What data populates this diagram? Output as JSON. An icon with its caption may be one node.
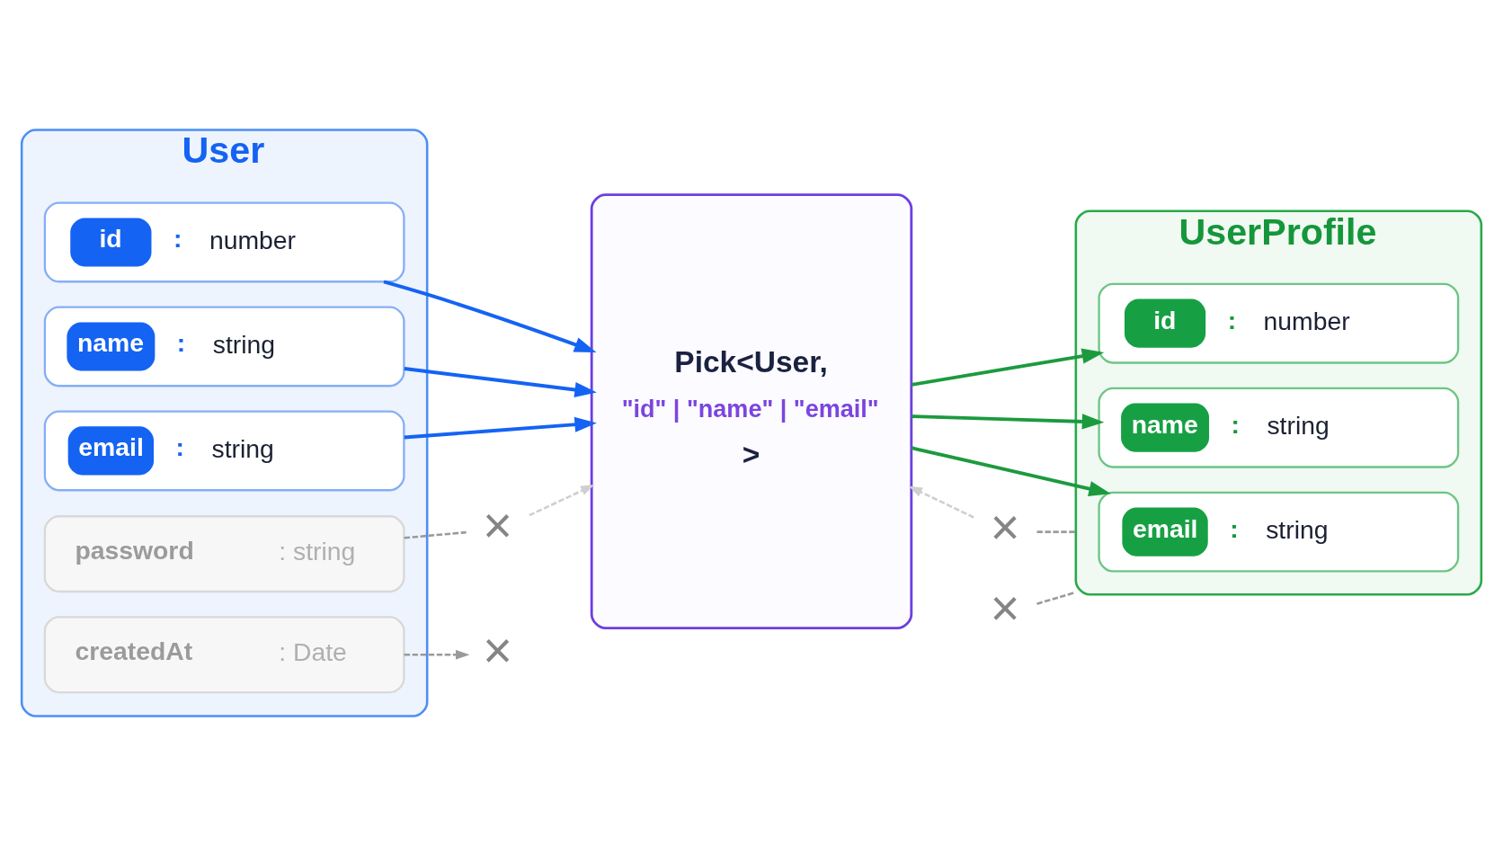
{
  "diagram": {
    "nodes": [
      {
        "text": [
          "User"
        ]
      },
      {
        "text": [
          "id",
          ":",
          "number"
        ],
        "in": 0
      },
      {
        "text": [
          "name",
          ":",
          "string"
        ],
        "in": 0
      },
      {
        "text": [
          "email",
          ":",
          "string"
        ],
        "in": 0
      },
      {
        "text": [
          "password",
          ": string"
        ],
        "in": 0
      },
      {
        "text": [
          "createdAt",
          ": Date"
        ],
        "in": 0
      },
      {
        "text": [
          "Pick<User,",
          "\"id\" | \"name\" | \"email\"",
          ">"
        ]
      },
      {
        "text": [
          "×"
        ]
      },
      {
        "text": [
          "×"
        ]
      },
      {
        "text": [
          "×"
        ]
      },
      {
        "text": [
          "×"
        ]
      },
      {
        "text": [
          "UserProfile"
        ]
      },
      {
        "text": [
          "id",
          ":",
          "number"
        ],
        "in": 11
      },
      {
        "text": [
          "name",
          ":",
          "string"
        ],
        "in": 11
      },
      {
        "text": [
          "email",
          ":",
          "string"
        ],
        "in": 11
      }
    ],
    "edges": [
      {
        "from": 1,
        "to": 6,
        "arrow": "to",
        "color": "#1463f3"
      },
      {
        "from": 2,
        "to": 6,
        "arrow": "to",
        "color": "#1463f3"
      },
      {
        "from": 3,
        "to": 6,
        "arrow": "to",
        "color": "#1463f3"
      },
      {
        "from": 4,
        "to": 7,
        "arrow": "none",
        "style": "dashed"
      },
      {
        "from": 7,
        "to": 6,
        "arrow": "to",
        "style": "dashed",
        "color": "#cfcfcf"
      },
      {
        "from": 5,
        "to": 8,
        "arrow": "to",
        "style": "dashed"
      },
      {
        "from": 6,
        "to": 12,
        "arrow": "to",
        "color": "#1c9a3e"
      },
      {
        "from": 6,
        "to": 13,
        "arrow": "to",
        "color": "#1c9a3e"
      },
      {
        "from": 6,
        "to": 14,
        "arrow": "to",
        "color": "#1c9a3e"
      },
      {
        "from": 9,
        "to": 11,
        "arrow": "none",
        "style": "dashed"
      },
      {
        "from": 9,
        "to": 6,
        "arrow": "to",
        "style": "dashed",
        "color": "#cfcfcf"
      },
      {
        "from": 10,
        "to": 11,
        "arrow": "none",
        "style": "dashed"
      }
    ]
  }
}
